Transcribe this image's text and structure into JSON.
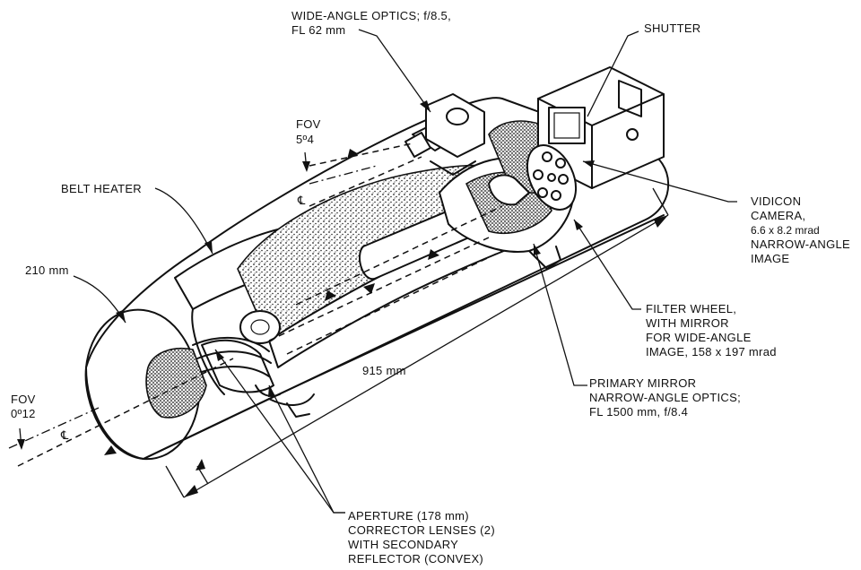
{
  "labels": {
    "wide_angle_optics_1": "WIDE-ANGLE OPTICS; f/8.5,",
    "wide_angle_optics_2": "FL 62 mm",
    "shutter": "SHUTTER",
    "fov_top_1": "FOV",
    "fov_top_2": "5º4",
    "belt_heater": "BELT HEATER",
    "vidicon_1": "VIDICON",
    "vidicon_2": "CAMERA,",
    "vidicon_3": "6.6 x 8.2 mrad",
    "vidicon_4": "NARROW-ANGLE",
    "vidicon_5": "IMAGE",
    "diameter": "210 mm",
    "filter_wheel_1": "FILTER WHEEL,",
    "filter_wheel_2": "WITH MIRROR",
    "filter_wheel_3": "FOR WIDE-ANGLE",
    "filter_wheel_4": "IMAGE, 158 x 197 mrad",
    "length": "915 mm",
    "primary_mirror_1": "PRIMARY MIRROR",
    "primary_mirror_2": "NARROW-ANGLE OPTICS;",
    "primary_mirror_3": "FL 1500 mm, f/8.4",
    "fov_bottom_1": "FOV",
    "fov_bottom_2": "0º12",
    "aperture_1": "APERTURE (178 mm)",
    "aperture_2": "CORRECTOR LENSES (2)",
    "aperture_3": "WITH SECONDARY",
    "aperture_4": "REFLECTOR (CONVEX)",
    "centerline_top": "℄",
    "centerline_bottom": "℄"
  }
}
